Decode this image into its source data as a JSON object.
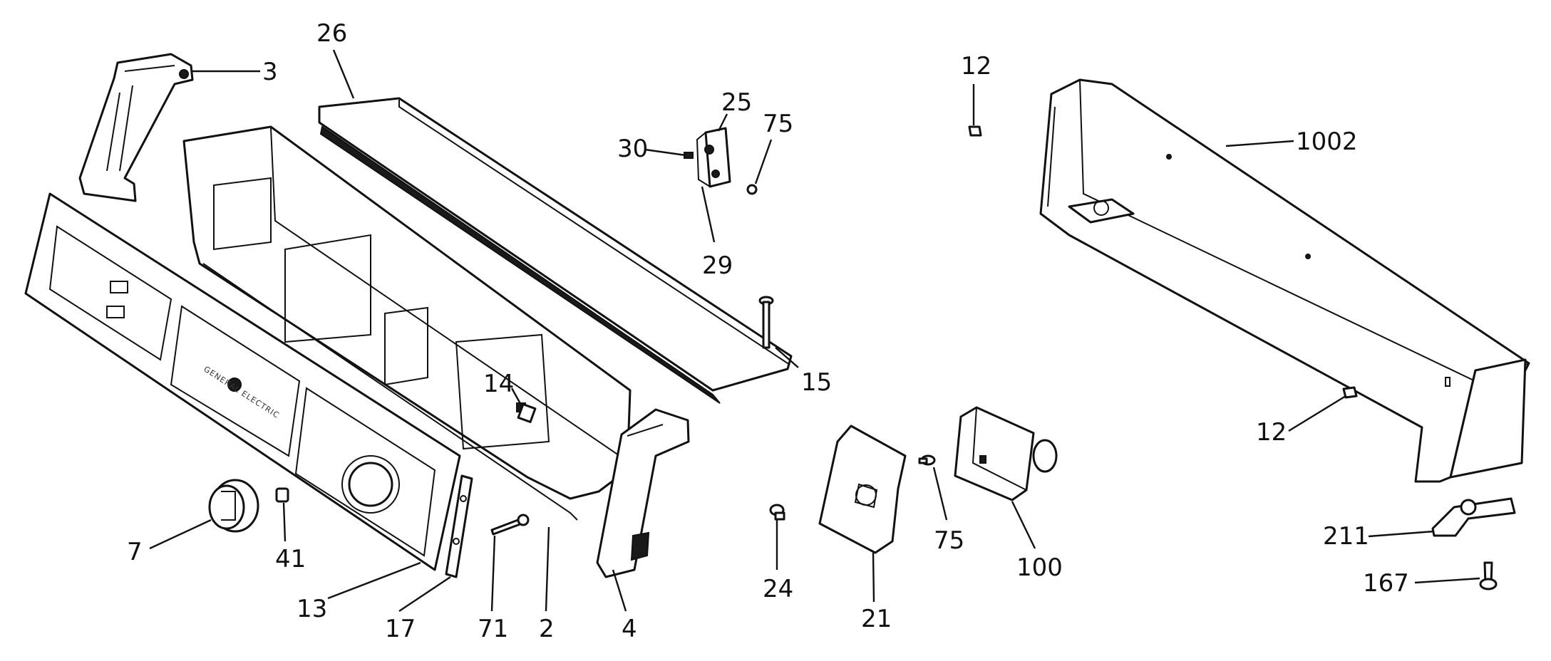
{
  "diagram": {
    "brand_text": "GENERAL ELECTRIC",
    "callouts": [
      {
        "id": "3",
        "text": "3"
      },
      {
        "id": "26",
        "text": "26"
      },
      {
        "id": "25",
        "text": "25"
      },
      {
        "id": "75a",
        "text": "75"
      },
      {
        "id": "30",
        "text": "30"
      },
      {
        "id": "29",
        "text": "29"
      },
      {
        "id": "12a",
        "text": "12"
      },
      {
        "id": "1002",
        "text": "1002"
      },
      {
        "id": "15",
        "text": "15"
      },
      {
        "id": "14",
        "text": "14"
      },
      {
        "id": "12b",
        "text": "12"
      },
      {
        "id": "7",
        "text": "7"
      },
      {
        "id": "41",
        "text": "41"
      },
      {
        "id": "13",
        "text": "13"
      },
      {
        "id": "17",
        "text": "17"
      },
      {
        "id": "71",
        "text": "71"
      },
      {
        "id": "2",
        "text": "2"
      },
      {
        "id": "4",
        "text": "4"
      },
      {
        "id": "24",
        "text": "24"
      },
      {
        "id": "21",
        "text": "21"
      },
      {
        "id": "75b",
        "text": "75"
      },
      {
        "id": "100",
        "text": "100"
      },
      {
        "id": "211",
        "text": "211"
      },
      {
        "id": "167",
        "text": "167"
      }
    ]
  }
}
